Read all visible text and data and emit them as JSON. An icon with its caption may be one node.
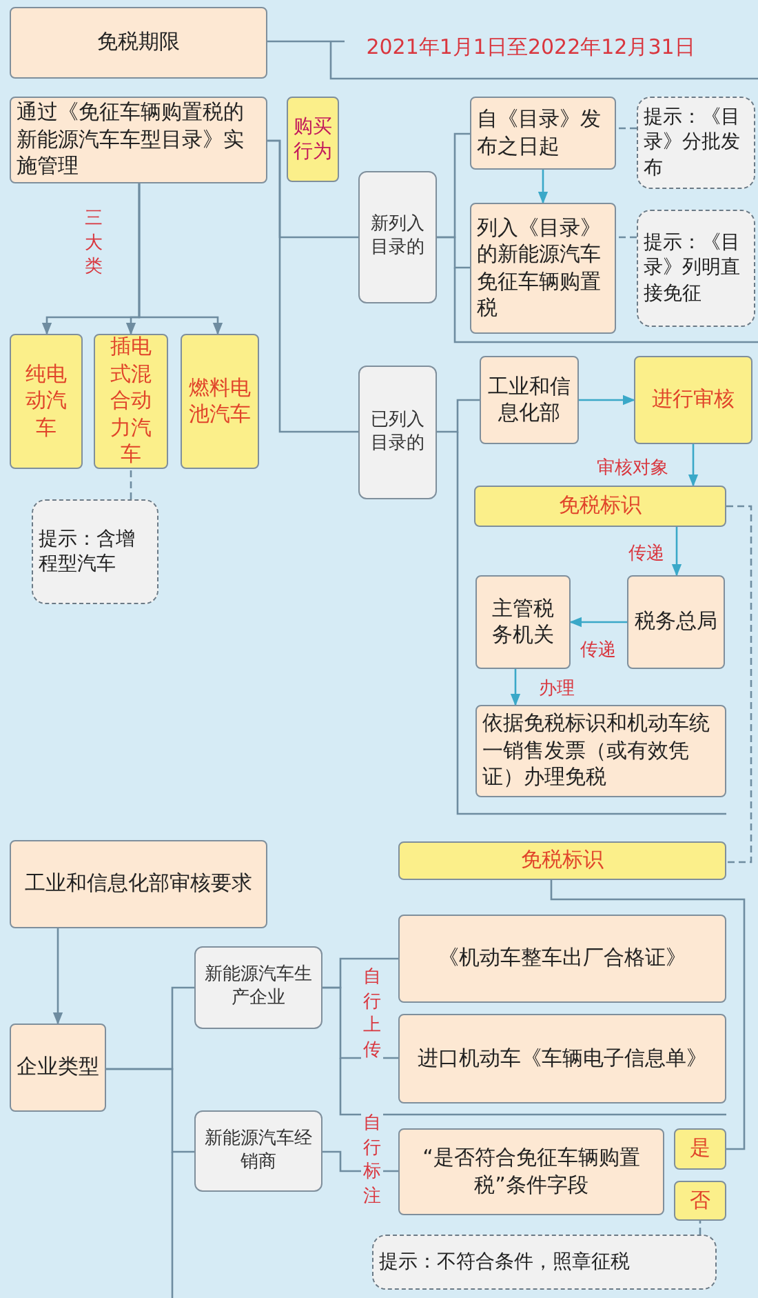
{
  "diagram": {
    "nodes": [
      {
        "text": [
          "免税期限"
        ]
      },
      {
        "text": [
          "2021年1月1日至2022年12月31日"
        ]
      },
      {
        "text": [
          "通过《免征车辆购置税的新能源汽车车型目录》实施管理"
        ]
      },
      {
        "text": [
          "购买行为"
        ]
      },
      {
        "text": [
          "新列入目录的"
        ]
      },
      {
        "text": [
          "自《目录》发布之日起"
        ]
      },
      {
        "text": [
          "提示：《目录》分批发布"
        ]
      },
      {
        "text": [
          "列入《目录》的新能源汽车免征车辆购置税"
        ]
      },
      {
        "text": [
          "提示：《目录》列明直接免征"
        ]
      },
      {
        "text": [
          "纯电动汽车"
        ]
      },
      {
        "text": [
          "插电式混合动力汽车"
        ]
      },
      {
        "text": [
          "燃料电池汽车"
        ]
      },
      {
        "text": [
          "提示：含增程型汽车"
        ]
      },
      {
        "text": [
          "已列入目录的"
        ]
      },
      {
        "text": [
          "工业和信息化部"
        ]
      },
      {
        "text": [
          "进行审核"
        ]
      },
      {
        "text": [
          "免税标识"
        ]
      },
      {
        "text": [
          "主管税务机关"
        ]
      },
      {
        "text": [
          "税务总局"
        ]
      },
      {
        "text": [
          "依据免税标识和机动车统一销售发票（或有效凭证）办理免税"
        ]
      },
      {
        "text": [
          "免税标识"
        ]
      },
      {
        "text": [
          "工业和信息化部审核要求"
        ]
      },
      {
        "text": [
          "企业类型"
        ]
      },
      {
        "text": [
          "新能源汽车生产企业"
        ]
      },
      {
        "text": [
          "新能源汽车经销商"
        ]
      },
      {
        "text": [
          "《机动车整车出厂合格证》"
        ]
      },
      {
        "text": [
          "进口机动车《车辆电子信息单》"
        ]
      },
      {
        "text": [
          "“是否符合免征车辆购置税”条件字段"
        ]
      },
      {
        "text": [
          "是"
        ]
      },
      {
        "text": [
          "否"
        ]
      },
      {
        "text": [
          "提示：不符合条件，照章征税"
        ]
      }
    ],
    "edges": [
      {
        "from": 0,
        "to": 1,
        "arrow": "none"
      },
      {
        "from": 2,
        "to": 9,
        "arrow": "to"
      },
      {
        "from": 2,
        "to": 10,
        "arrow": "to"
      },
      {
        "from": 2,
        "to": 11,
        "arrow": "to"
      },
      {
        "from": 2,
        "to": 4,
        "arrow": "none"
      },
      {
        "from": 2,
        "to": 13,
        "arrow": "none"
      },
      {
        "from": 4,
        "to": 5,
        "arrow": "none"
      },
      {
        "from": 4,
        "to": 7,
        "arrow": "none"
      },
      {
        "from": 5,
        "to": 7,
        "arrow": "to",
        "color": "#3aa8c8"
      },
      {
        "from": 6,
        "to": 5,
        "arrow": "none",
        "style": "dashed"
      },
      {
        "from": 8,
        "to": 7,
        "arrow": "none",
        "style": "dashed"
      },
      {
        "from": 13,
        "to": 14,
        "arrow": "none"
      },
      {
        "from": 14,
        "to": 15,
        "arrow": "to",
        "color": "#3aa8c8"
      },
      {
        "from": 15,
        "to": 16,
        "arrow": "to",
        "label": "审核对象",
        "color": "#3aa8c8"
      },
      {
        "from": 16,
        "to": 18,
        "arrow": "to",
        "label": "传递",
        "color": "#3aa8c8"
      },
      {
        "from": 18,
        "to": 17,
        "arrow": "to",
        "label": "传递",
        "color": "#3aa8c8"
      },
      {
        "from": 17,
        "to": 19,
        "arrow": "to",
        "label": "办理",
        "color": "#3aa8c8"
      },
      {
        "from": 16,
        "to": 20,
        "arrow": "none",
        "style": "dashed"
      },
      {
        "from": 12,
        "to": 10,
        "arrow": "none",
        "style": "dashed"
      },
      {
        "from": 21,
        "to": 22,
        "arrow": "to"
      },
      {
        "from": 22,
        "to": 23,
        "arrow": "none"
      },
      {
        "from": 22,
        "to": 24,
        "arrow": "none"
      },
      {
        "from": 23,
        "to": 25,
        "arrow": "none"
      },
      {
        "from": 23,
        "to": 26,
        "arrow": "none"
      },
      {
        "from": 24,
        "to": 27,
        "arrow": "none"
      },
      {
        "from": 28,
        "to": 20,
        "arrow": "none"
      },
      {
        "from": 30,
        "to": 29,
        "arrow": "none",
        "style": "dashed"
      }
    ],
    "labels": [
      "三大类",
      "自行上传",
      "自行标注"
    ]
  }
}
